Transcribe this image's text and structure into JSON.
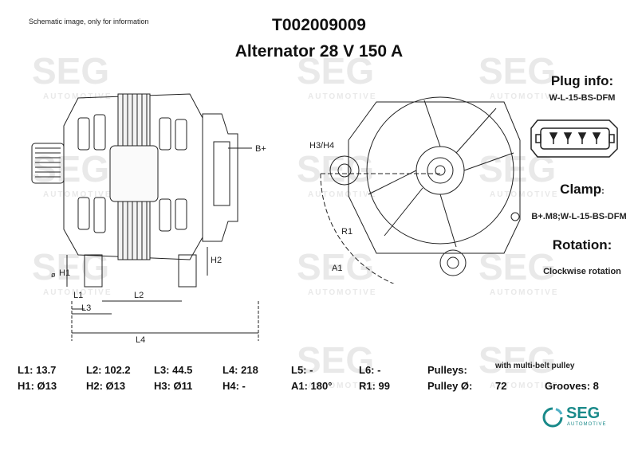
{
  "header": {
    "note": "Schematic image, only for information",
    "part_number": "T002009009",
    "product": "Alternator 28 V 150 A"
  },
  "watermark": {
    "brand": "SEG",
    "sub": "AUTOMOTIVE"
  },
  "side_view_labels": {
    "b_plus": "B+",
    "h1": "H1",
    "h2": "H2",
    "l1": "L1",
    "l2": "L2",
    "l3": "L3",
    "l4": "L4",
    "diameter": "ø"
  },
  "front_view_labels": {
    "h3_h4": "H3/H4",
    "r1": "R1",
    "a1": "A1"
  },
  "right_panel": {
    "plug_info_title": "Plug info:",
    "plug_info_value": "W-L-15-BS-DFM",
    "clamp_title": "Clamp",
    "clamp_colon": ":",
    "clamp_value": "B+.M8;W-L-15-BS-DFM",
    "rotation_title": "Rotation:",
    "rotation_value": "Clockwise rotation"
  },
  "specs": {
    "row1": [
      "L1: 13.7",
      "L2: 102.2",
      "L3: 44.5",
      "L4: 218",
      "L5: -",
      "L6: -"
    ],
    "row2": [
      "H1: Ø13",
      "H2: Ø13",
      "H3: Ø11",
      "H4: -",
      "A1: 180°",
      "R1: 99"
    ],
    "pulleys_label": "Pulleys:",
    "pulleys_value": "with multi-belt pulley",
    "pulley_diam_label": "Pulley Ø:",
    "pulley_diam_value": "72",
    "grooves": "Grooves: 8"
  },
  "footer_logo": {
    "brand": "SEG",
    "sub": "AUTOMOTIVE",
    "color": "#1a8a8a"
  }
}
